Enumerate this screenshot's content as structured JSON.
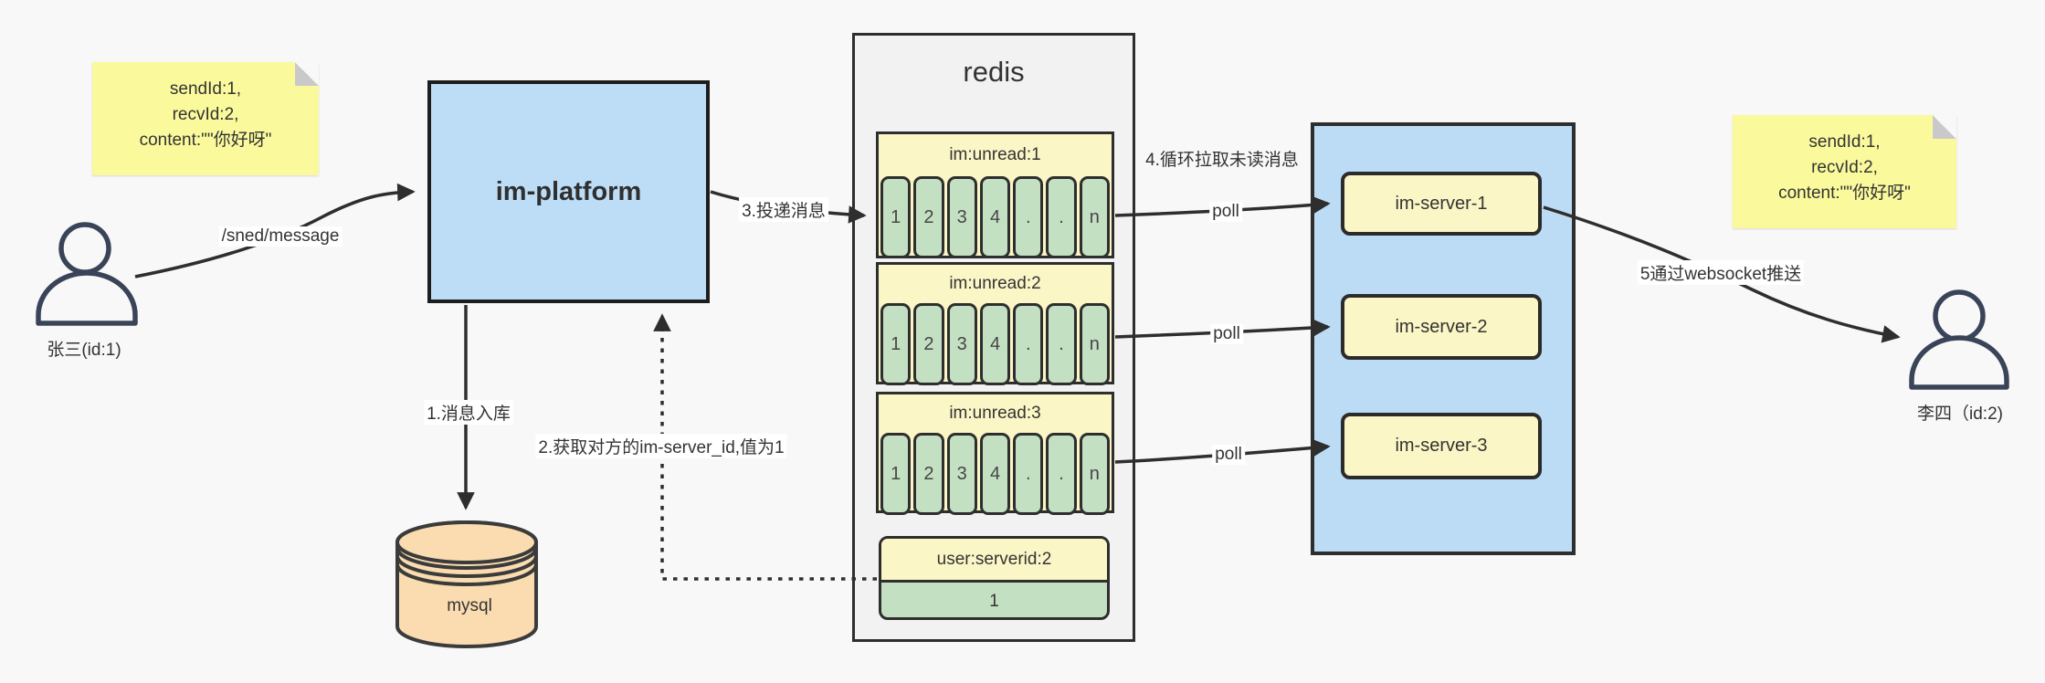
{
  "notes": {
    "left": {
      "lines": [
        "sendId:1,",
        "recvId:2,",
        "content:\"\"你好呀\""
      ]
    },
    "right": {
      "lines": [
        "sendId:1,",
        "recvId:2,",
        "content:\"\"你好呀\""
      ]
    }
  },
  "actors": {
    "sender": {
      "label": "张三(id:1)"
    },
    "receiver": {
      "label": "李四（id:2)"
    }
  },
  "platform": {
    "label": "im-platform"
  },
  "mysql": {
    "label": "mysql"
  },
  "redis": {
    "title": "redis",
    "queues": [
      {
        "header": "im:unread:1",
        "cells": [
          "1",
          "2",
          "3",
          "4",
          ".",
          ".",
          "n"
        ]
      },
      {
        "header": "im:unread:2",
        "cells": [
          "1",
          "2",
          "3",
          "4",
          ".",
          ".",
          "n"
        ]
      },
      {
        "header": "im:unread:3",
        "cells": [
          "1",
          "2",
          "3",
          "4",
          ".",
          ".",
          "n"
        ]
      }
    ],
    "kv": {
      "header": "user:serverid:2",
      "value": "1"
    }
  },
  "servers": {
    "items": [
      {
        "label": "im-server-1"
      },
      {
        "label": "im-server-2"
      },
      {
        "label": "im-server-3"
      }
    ]
  },
  "edges": {
    "send_path": "/sned/message",
    "step1": "1.消息入库",
    "step2": "2.获取对方的im-server_id,值为1",
    "step3": "3.投递消息",
    "step4": "4.循环拉取未读消息",
    "step5": "5通过websocket推送",
    "poll": "poll"
  },
  "colors": {
    "background": "#F8F8F8",
    "note_yellow": "#FAFA9D",
    "note_fold_gray": "#C9C9C9",
    "box_blue": "#BDDDF6",
    "queue_yellow": "#FBF6C6",
    "cell_green": "#C4E0C3",
    "mysql_orange": "#FADCB0",
    "container_gray": "#F2F2F2",
    "line_dark": "#2e2e2e"
  }
}
